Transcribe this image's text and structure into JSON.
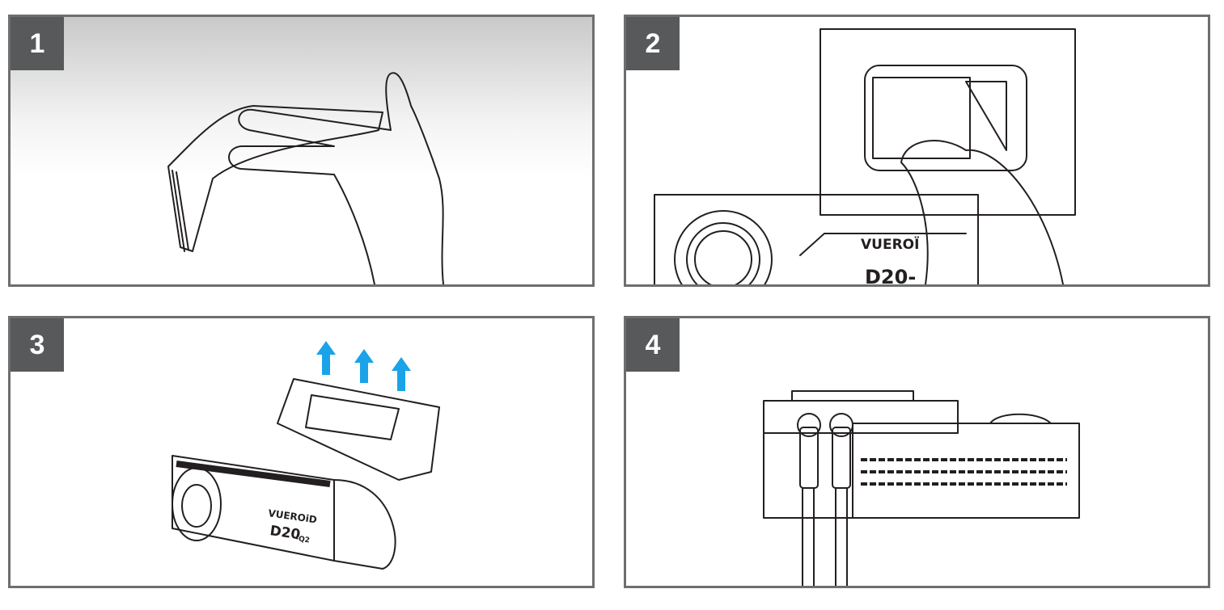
{
  "steps": [
    {
      "number": "1"
    },
    {
      "number": "2",
      "brand": "VUEROÏ",
      "model": "D20-"
    },
    {
      "number": "3",
      "brand": "VUEROiD",
      "model": "D20",
      "model_suffix": "-Q2"
    },
    {
      "number": "4"
    }
  ],
  "colors": {
    "border": "#6d6e70",
    "badge": "#58595b",
    "accent_blue": "#1aa3e8",
    "light_blue": "#bfe3f6"
  }
}
